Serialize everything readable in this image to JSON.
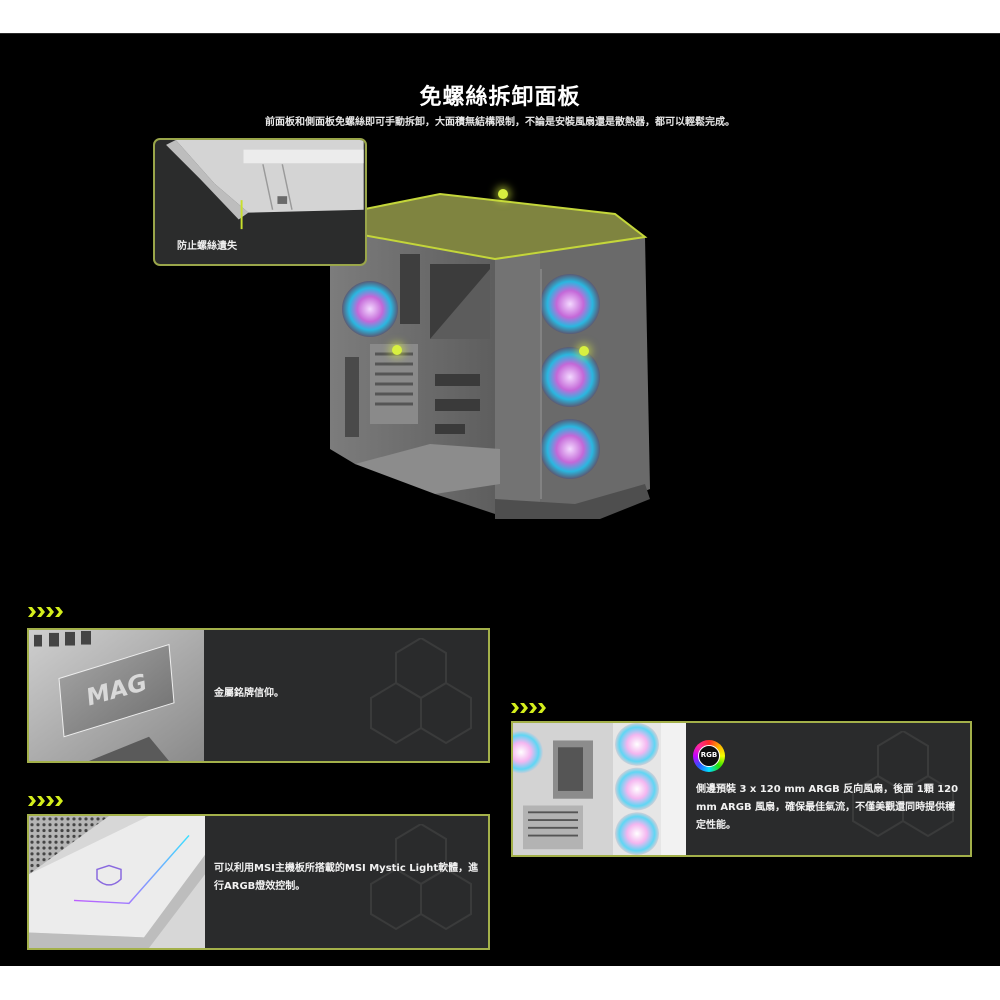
{
  "hero": {
    "title": "免螺絲拆卸面板",
    "subtitle": "前面板和側面板免螺絲即可手動拆卸，大面積無結構限制，不論是安裝風扇還是散熱器，都可以輕鬆完成。"
  },
  "callout": {
    "label": "防止螺絲遺失"
  },
  "hotspots": [
    {
      "name": "top-panel"
    },
    {
      "name": "side-panel"
    },
    {
      "name": "front-panel"
    }
  ],
  "features": [
    {
      "chevrons": "››››",
      "text": "金屬銘牌信仰。",
      "image": "mag-metal-nameplate"
    },
    {
      "chevrons": "››››",
      "text": "可以利用MSI主機板所搭載的MSI Mystic Light軟體，進行ARGB燈效控制。",
      "image": "msi-logo-argb-strip"
    },
    {
      "chevrons": "››››",
      "badge": "RGB",
      "text": "側邊預裝 3 x 120 mm ARGB 反向風扇，後面 1顆 120 mm ARGB 風扇，確保最佳氣流，不僅美觀還同時提供穩定性能。",
      "image": "argb-fans-side"
    }
  ],
  "colors": {
    "accent": "#d4ee1c",
    "card_border": "#a3b04a",
    "card_bg": "#2a2b2c",
    "background": "#000000"
  }
}
